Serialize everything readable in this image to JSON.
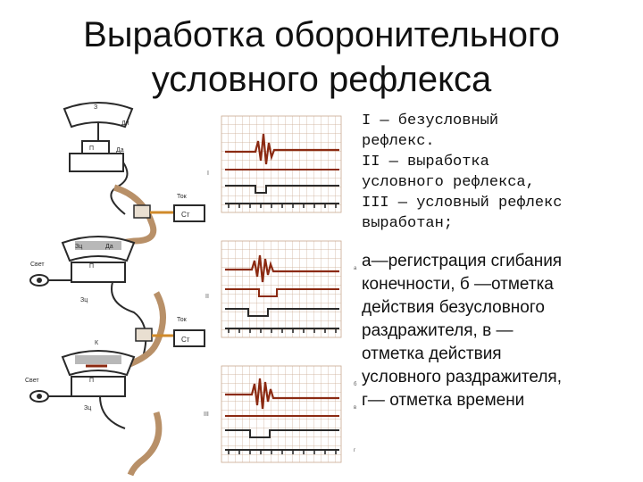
{
  "slide": {
    "title_line1": "Выработка оборонительного",
    "title_line2": "условного рефлекса"
  },
  "legend": {
    "stages": [
      "I — безусловный",
      "рефлекс.",
      "II — выработка",
      "условного рефлекса,",
      "III — условный рефлекс",
      "выработан;"
    ],
    "traces": [
      "а—регистрация сгибания",
      "конечности, б —отметка",
      "действия безусловного",
      "раздражителя, в —",
      "отметка действия",
      "условного раздражителя,",
      "г— отметка времени"
    ]
  },
  "apparatus": {
    "labels": {
      "z": "З",
      "dp": "Дп",
      "p": "П",
      "da": "Да",
      "tok": "Ток",
      "st": "Ст",
      "svet": "Свет",
      "zc": "Зц",
      "k": "К"
    },
    "stage_numerals": [
      "I",
      "II",
      "III"
    ],
    "trace_letters": [
      "а",
      "б",
      "в",
      "г"
    ]
  },
  "colors": {
    "trace": "#8b2a12",
    "grid": "#c9a98f",
    "ink": "#2a2a2a",
    "limb": "#b89068",
    "current": "#d08a2a"
  }
}
